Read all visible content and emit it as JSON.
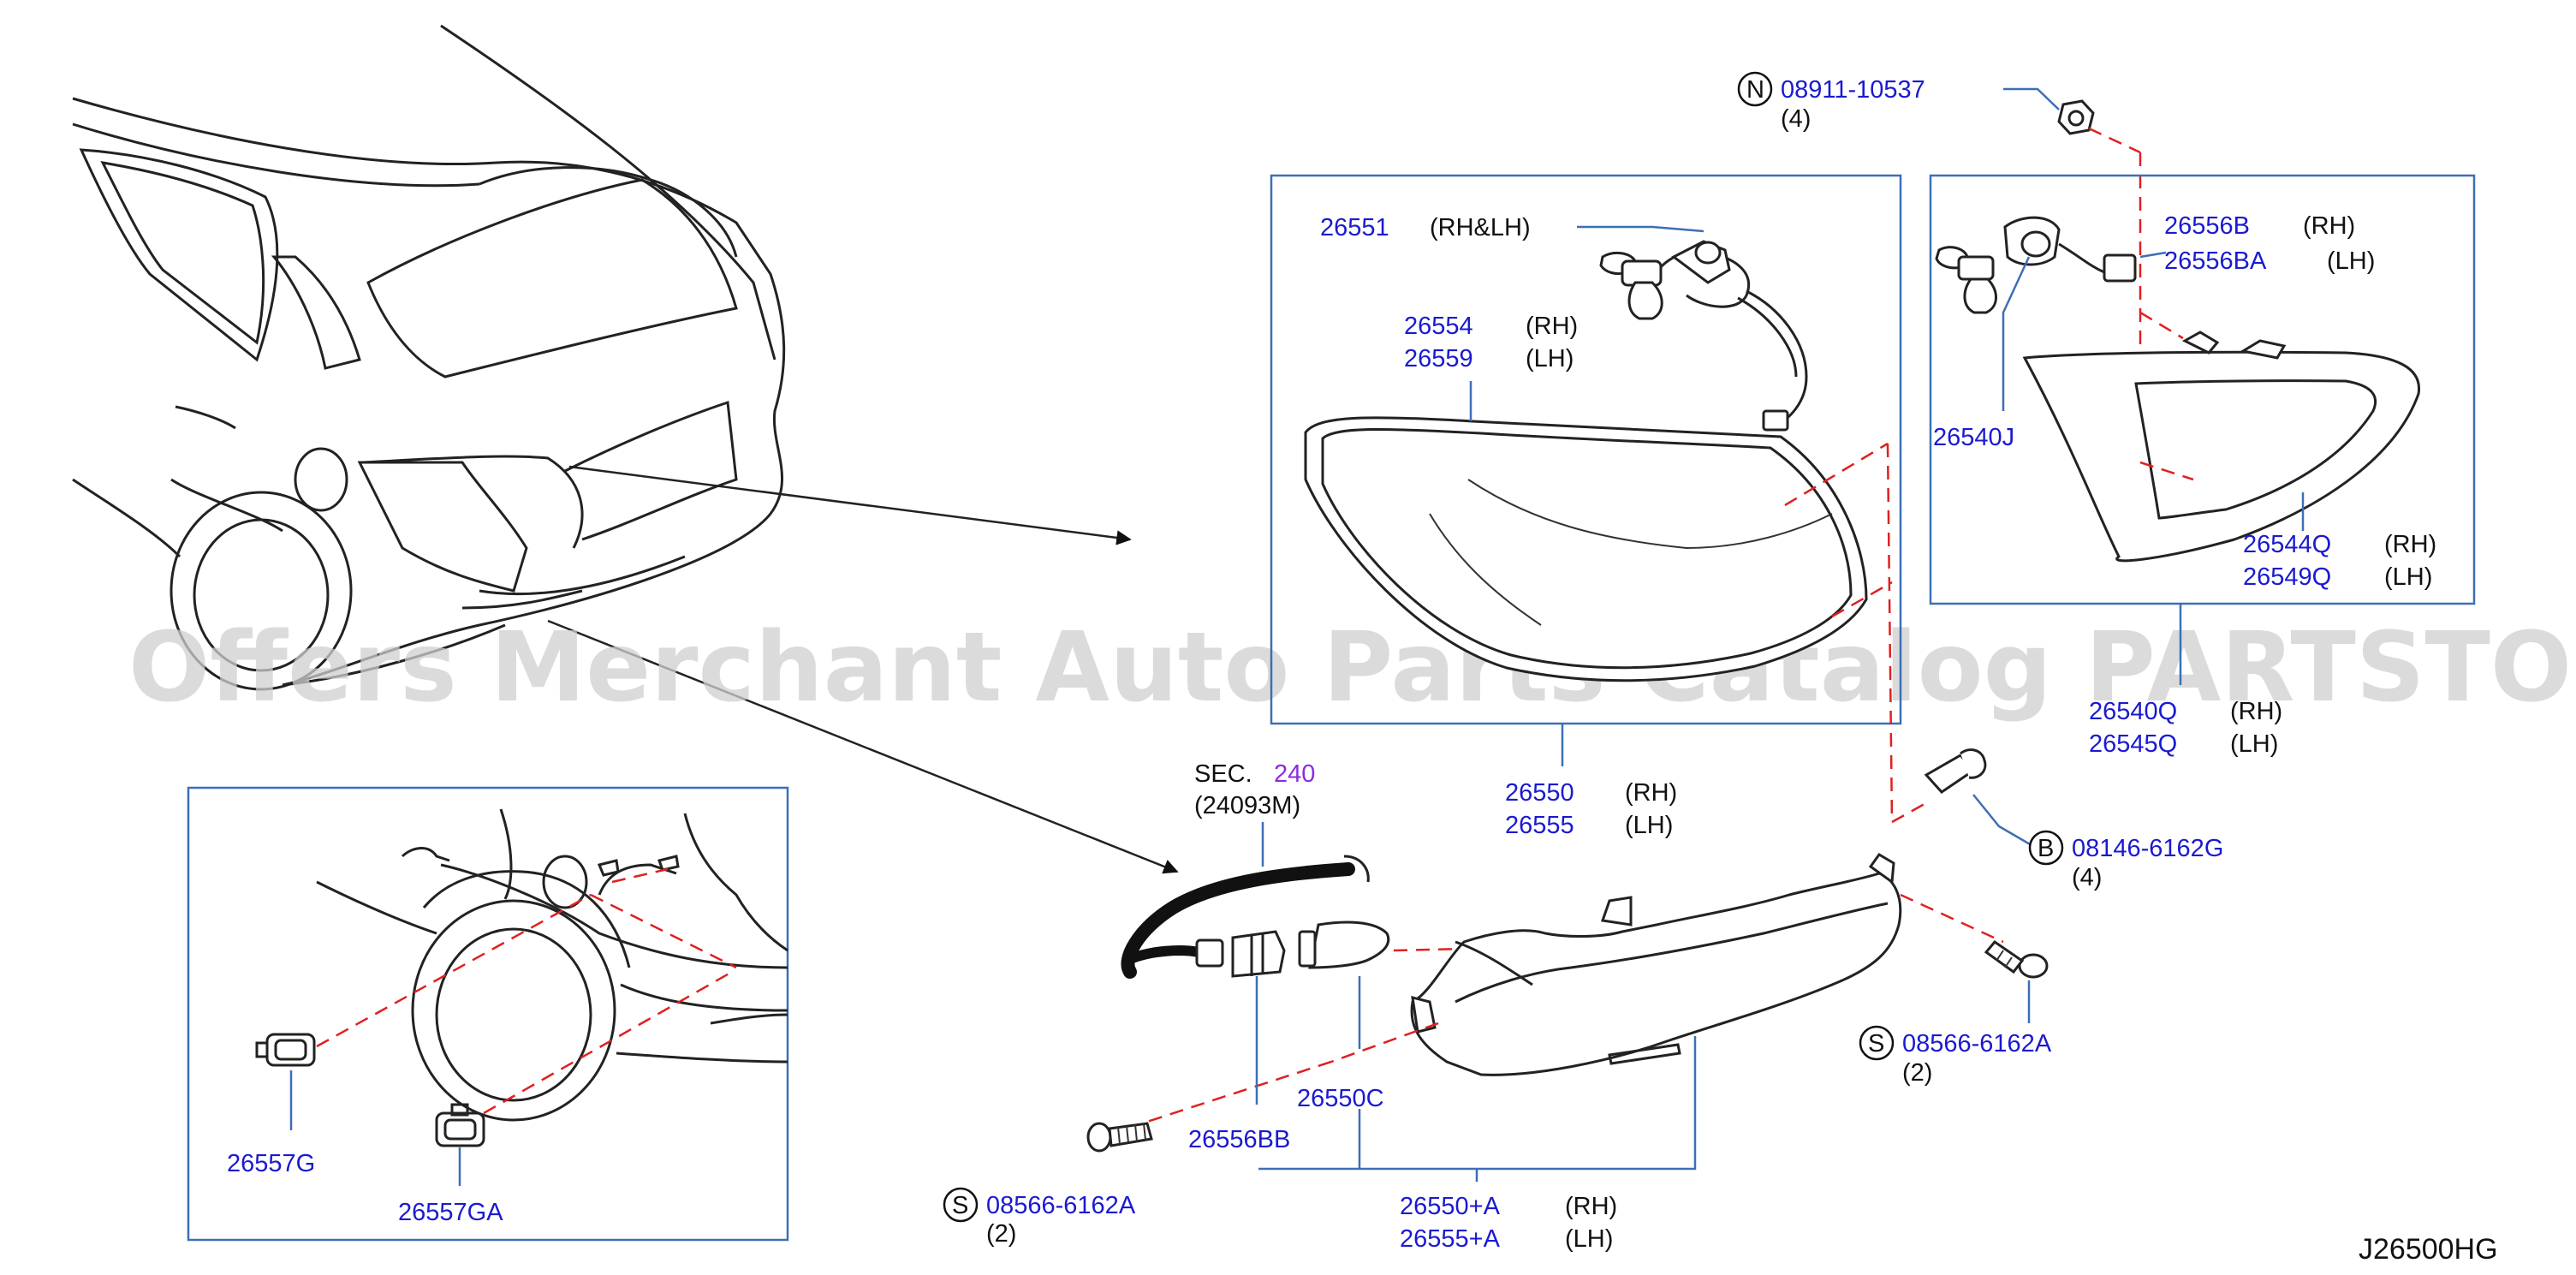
{
  "watermark": "Offers Merchant Auto Parts Catalog PARTSTORE.SA",
  "diagram_code": "J26500HG",
  "section": {
    "prefix": "SEC.",
    "number": "240",
    "subref": "(24093M)"
  },
  "fasteners": [
    {
      "symbol": "N",
      "part": "08911-10537",
      "qty": "(4)"
    },
    {
      "symbol": "B",
      "part": "08146-6162G",
      "qty": "(4)"
    },
    {
      "symbol": "S",
      "part": "08566-6162A",
      "qty": "(2)"
    },
    {
      "symbol": "S",
      "part": "08566-6162A",
      "qty": "(2)"
    }
  ],
  "labels": {
    "socket_harness": {
      "part": "26551",
      "side": "(RH&LH)"
    },
    "lens_gasket": [
      {
        "part": "26554",
        "side": "(RH)"
      },
      {
        "part": "26559",
        "side": "(LH)"
      }
    ],
    "outer_lamp": [
      {
        "part": "26550",
        "side": "(RH)"
      },
      {
        "part": "26555",
        "side": "(LH)"
      }
    ],
    "inner_socket": [
      {
        "part": "26556B",
        "side": "(RH)"
      },
      {
        "part": "26556BA",
        "side": "(LH)"
      }
    ],
    "inner_bulb": {
      "part": "26540J"
    },
    "inner_gasket": [
      {
        "part": "26544Q",
        "side": "(RH)"
      },
      {
        "part": "26549Q",
        "side": "(LH)"
      }
    ],
    "inner_lamp": [
      {
        "part": "26540Q",
        "side": "(RH)"
      },
      {
        "part": "26545Q",
        "side": "(LH)"
      }
    ],
    "bumper_lamp": [
      {
        "part": "26550+A",
        "side": "(RH)"
      },
      {
        "part": "26555+A",
        "side": "(LH)"
      }
    ],
    "bumper_bulb": {
      "part": "26550C"
    },
    "bumper_socket": {
      "part": "26556BB"
    },
    "clip_rh": {
      "part": "26557G"
    },
    "clip_lh": {
      "part": "26557GA"
    }
  },
  "colors": {
    "part_number": "#1a1ad0",
    "frame": "#3d6fb6",
    "phantom_line": "#e02020",
    "section_ref": "#8a2be2"
  }
}
